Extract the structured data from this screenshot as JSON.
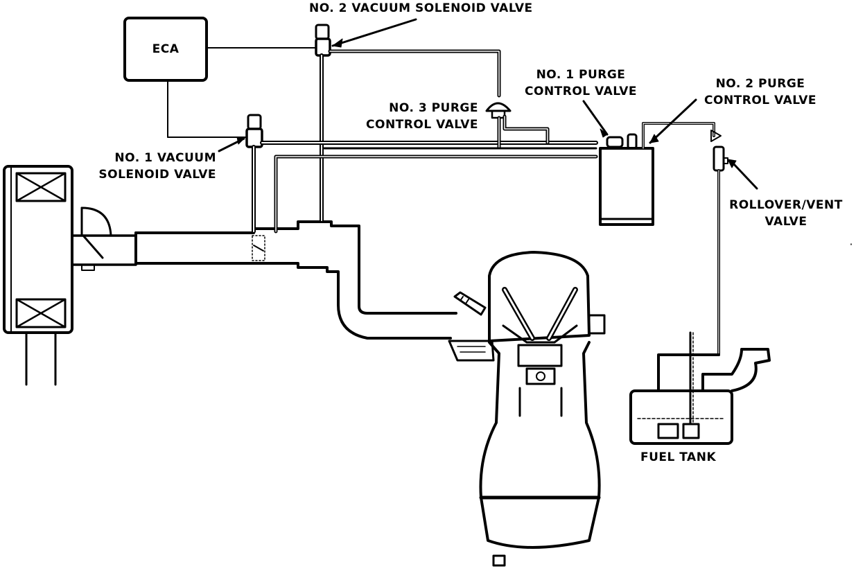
{
  "labels": {
    "vacuum_solenoid_2": "NO. 2 VACUUM SOLENOID VALVE",
    "eca": "ECA",
    "purge_1_line1": "NO. 1 PURGE",
    "purge_1_line2": "CONTROL VALVE",
    "purge_2_line1": "NO. 2 PURGE",
    "purge_2_line2": "CONTROL VALVE",
    "purge_3_line1": "NO. 3 PURGE",
    "purge_3_line2": "CONTROL VALVE",
    "vacuum_solenoid_1_line1": "NO. 1 VACUUM",
    "vacuum_solenoid_1_line2": "SOLENOID VALVE",
    "rollover_line1": "ROLLOVER/VENT",
    "rollover_line2": "VALVE",
    "fuel_tank": "FUEL TANK"
  },
  "colors": {
    "ink": "#000000",
    "paper": "#ffffff"
  }
}
